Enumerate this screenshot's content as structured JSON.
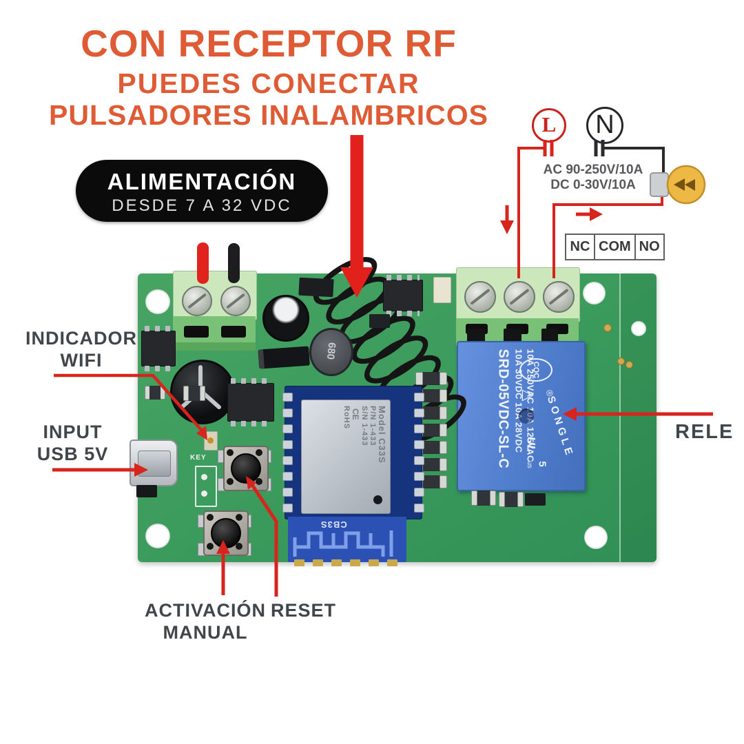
{
  "title": {
    "line1": "CON RECEPTOR RF",
    "line2": "PUEDES CONECTAR",
    "line3": "PULSADORES INALAMBRICOS"
  },
  "power_badge": {
    "title": "ALIMENTACIÓN",
    "subtitle": "DESDE 7 A 32 VDC"
  },
  "callouts": {
    "wifi_indicator": {
      "line1": "INDICADOR",
      "line2": "WIFI"
    },
    "usb_input": {
      "line1": "INPUT",
      "line2": "USB 5V"
    },
    "manual_activation": {
      "line1": "ACTIVACIÓN",
      "line2": "MANUAL"
    },
    "reset": "RESET",
    "relay": "RELE"
  },
  "wiring_diagram": {
    "line_symbol": "L",
    "neutral_symbol": "N",
    "rating_line1": "AC 90-250V/10A",
    "rating_line2": "DC 0-30V/10A",
    "terminals": [
      "NC",
      "COM",
      "NO"
    ]
  },
  "board": {
    "relay": {
      "rating_line1": "10A 250VAC  10A 125VAC",
      "rating_line2": "10A 30VDC   10A 28VDC",
      "model": "SRD-05VDC-SL-C",
      "brand": "SONGLE",
      "cert_mark": "CQC",
      "triangle_mark": "△",
      "reg_mark": "®",
      "ul_mark": "UL",
      "ul_number": "5",
      "ul_suffix": "us"
    },
    "wifi_module": {
      "shield_line1": "Model C33S",
      "shield_line2": "P/N 1-433",
      "shield_line3": "S/N 1-433",
      "ce_mark": "CE",
      "rohs_mark": "RoHS",
      "name": "CB3S"
    },
    "inductor_value": "680",
    "key_silkscreen": "KEY"
  },
  "colors": {
    "accent_orange": "#df5b35",
    "annotation_red": "#d7251d",
    "pcb_green": "#3f9e5f",
    "relay_blue": "#5182d2",
    "module_blue": "#17357e",
    "badge_black": "#0b0b0b",
    "bulb_yellow": "#eeb844"
  }
}
